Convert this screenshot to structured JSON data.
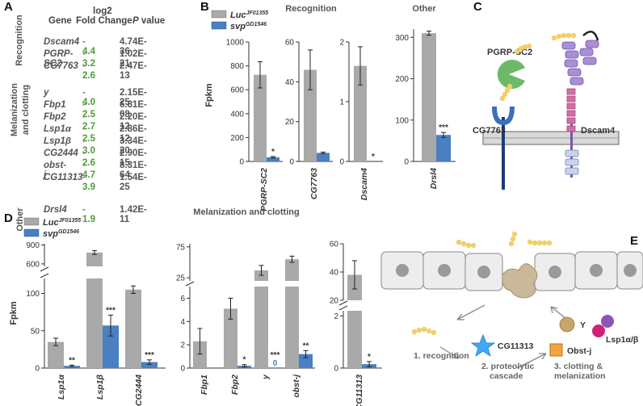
{
  "panel_labels": [
    "A",
    "B",
    "C",
    "D",
    "E"
  ],
  "table": {
    "headers": {
      "gene": "Gene",
      "fc_line1": "log2",
      "fc_line2": "Fold Change",
      "pvalue": "P value"
    },
    "groups": [
      {
        "name": "Recognition",
        "rows": [
          {
            "gene": "Dscam4",
            "fc": "- 4.4",
            "p": "4.74E-36"
          },
          {
            "gene": "PGRP-SC2",
            "fc": "- 3.2",
            "p": "1.02E-21"
          },
          {
            "gene": "CG7763",
            "fc": "- 2.6",
            "p": "2.47E-13"
          }
        ]
      },
      {
        "name_line1": "Melanization",
        "name_line2": "and clotting",
        "rows": [
          {
            "gene": "y",
            "fc": "- 4.0",
            "p": "2.15E-25"
          },
          {
            "gene": "Fbp1",
            "fc": "- 2.5",
            "p": "6.81E-08"
          },
          {
            "gene": "Fbp2",
            "fc": "- 2.7",
            "p": "2.20E-12"
          },
          {
            "gene": "Lsp1α",
            "fc": "- 2.5",
            "p": "2.86E-12"
          },
          {
            "gene": "Lsp1β",
            "fc": "- 3.0",
            "p": "3.34E-20"
          },
          {
            "gene": "CG2444",
            "fc": "- 2.6",
            "p": "2.90E-15"
          },
          {
            "gene": "obst-j",
            "fc": "- 4.7",
            "p": "8.31E-64"
          },
          {
            "gene": "CG11313",
            "fc": "- 3.9",
            "p": "1.54E-25"
          }
        ]
      },
      {
        "name": "Other",
        "rows": [
          {
            "gene": "Drsl4",
            "fc": "- 1.9",
            "p": "1.42E-11"
          }
        ]
      }
    ]
  },
  "legend": {
    "luc": "Luc",
    "luc_sup": "JF01355",
    "svp": "svp",
    "svp_sup": "GD1546"
  },
  "colors": {
    "luc": "#a9a9a9",
    "svp": "#4a7fc1",
    "fc": "#4e9a3c"
  },
  "panel_b": {
    "title_recognition": "Recognition",
    "title_other": "Other",
    "ylabel": "Fpkm"
  },
  "panel_d": {
    "title": "Melanization and clotting",
    "ylabel": "Fpkm"
  },
  "panel_c": {
    "pgrp": "PGRP-SC2",
    "cg7763": "CG7763",
    "dscam4": "Dscam4"
  },
  "panel_e": {
    "step1": "1. recognition",
    "step2_line1": "2. proteolytic",
    "step2_line2": "cascade",
    "step3_line1": "3. clotting &",
    "step3_line2": "melanization",
    "cg11313": "CG11313",
    "y": "Y",
    "lsp1": "Lsp1α/β",
    "obst": "Obst-j"
  },
  "chart_data": [
    {
      "type": "bar",
      "panel": "B",
      "ylabel": "Fpkm",
      "ylim": [
        0,
        1000
      ],
      "ticks": [
        0,
        200,
        400,
        600,
        800,
        1000
      ],
      "categories": [
        "PGRP-SC2"
      ],
      "series": [
        {
          "name": "Luc JF01355",
          "values": [
            725
          ],
          "err": [
            110
          ]
        },
        {
          "name": "svp GD1546",
          "values": [
            35
          ],
          "err": [
            6
          ]
        }
      ],
      "annotations": [
        "*"
      ]
    },
    {
      "type": "bar",
      "panel": "B",
      "ylim": [
        0,
        60
      ],
      "ticks": [
        0,
        20,
        40,
        60
      ],
      "categories": [
        "CG7763"
      ],
      "series": [
        {
          "name": "Luc JF01355",
          "values": [
            46
          ],
          "err": [
            10
          ]
        },
        {
          "name": "svp GD1546",
          "values": [
            4.3
          ],
          "err": [
            0.4
          ]
        }
      ],
      "annotations": [
        ""
      ]
    },
    {
      "type": "bar",
      "panel": "B",
      "ylim": [
        0,
        2
      ],
      "ticks": [
        0,
        1,
        2
      ],
      "categories": [
        "Dscam4"
      ],
      "series": [
        {
          "name": "Luc JF01355",
          "values": [
            1.6
          ],
          "err": [
            0.32
          ]
        },
        {
          "name": "svp GD1546",
          "values": [
            0
          ],
          "err": [
            0
          ]
        }
      ],
      "annotations": [
        "*"
      ]
    },
    {
      "type": "bar",
      "panel": "B",
      "ylim": [
        0,
        320
      ],
      "ticks": [
        0,
        100,
        200,
        300
      ],
      "categories": [
        "Drsl4"
      ],
      "series": [
        {
          "name": "Luc JF01355",
          "values": [
            310
          ],
          "err": [
            5
          ]
        },
        {
          "name": "svp GD1546",
          "values": [
            64
          ],
          "err": [
            6
          ]
        }
      ],
      "annotations": [
        "***"
      ]
    },
    {
      "type": "bar",
      "panel": "D",
      "ylabel": "Fpkm",
      "broken_axis": true,
      "lower_ticks": [
        0,
        50,
        100
      ],
      "upper_ticks": [
        600,
        900
      ],
      "categories": [
        "Lsp1α",
        "Lsp1β",
        "CG2444"
      ],
      "series": [
        {
          "name": "Luc JF01355",
          "values": [
            35,
            780,
            105
          ],
          "err": [
            5,
            30,
            5
          ]
        },
        {
          "name": "svp GD1546",
          "values": [
            3,
            57,
            8
          ],
          "err": [
            1,
            14,
            3
          ]
        }
      ],
      "annotations": [
        "**",
        "***",
        "***"
      ]
    },
    {
      "type": "bar",
      "panel": "D",
      "broken_axis": true,
      "lower_ticks": [
        0,
        2,
        4,
        6
      ],
      "upper_ticks": [
        25,
        75
      ],
      "categories": [
        "Fbp1",
        "Fbp2",
        "y",
        "obst-j"
      ],
      "series": [
        {
          "name": "Luc JF01355",
          "values": [
            2.3,
            5.1,
            37,
            55
          ],
          "err": [
            1.1,
            0.9,
            8,
            5
          ]
        },
        {
          "name": "svp GD1546",
          "values": [
            0,
            0.2,
            0,
            1.2
          ],
          "err": [
            0,
            0.1,
            0,
            0.3
          ]
        }
      ],
      "annotations": [
        "",
        "*",
        "***",
        "**"
      ],
      "value_labels": [
        "",
        "",
        "0",
        ""
      ]
    },
    {
      "type": "bar",
      "panel": "D",
      "broken_axis": true,
      "lower_ticks": [
        0,
        2
      ],
      "upper_ticks": [
        20,
        40,
        60
      ],
      "categories": [
        "CG11313"
      ],
      "series": [
        {
          "name": "Luc JF01355",
          "values": [
            38
          ],
          "err": [
            10
          ]
        },
        {
          "name": "svp GD1546",
          "values": [
            0.15
          ],
          "err": [
            0.1
          ]
        }
      ],
      "annotations": [
        "*"
      ]
    }
  ]
}
